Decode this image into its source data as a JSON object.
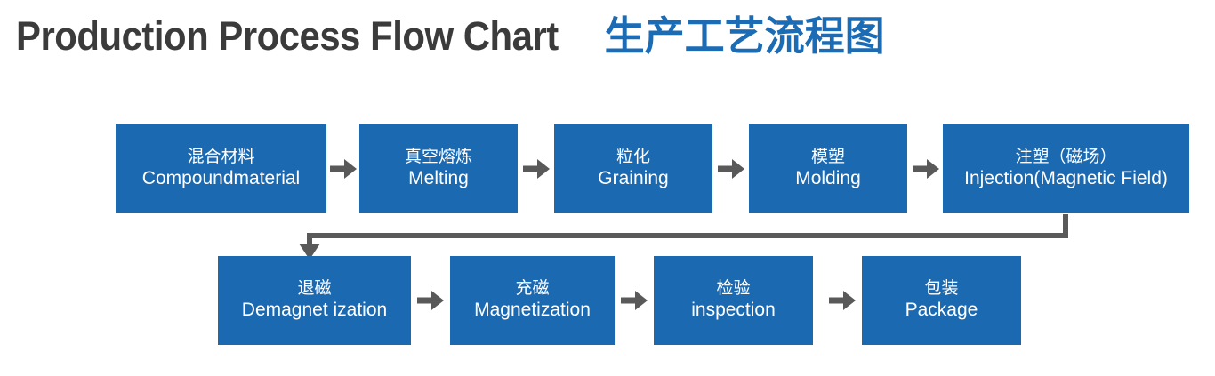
{
  "title": {
    "english": "Production Process Flow Chart",
    "chinese": "生产工艺流程图",
    "english_color": "#3b3b3b",
    "chinese_color": "#1b6cb5"
  },
  "theme": {
    "node_fill": "#1b69b0",
    "node_text": "#ffffff",
    "arrow_color": "#595959",
    "background": "#ffffff"
  },
  "flow": {
    "row1": [
      {
        "zh": "混合材料",
        "en": "Compoundmaterial"
      },
      {
        "zh": "真空熔炼",
        "en": "Melting"
      },
      {
        "zh": "粒化",
        "en": "Graining"
      },
      {
        "zh": "模塑",
        "en": "Molding"
      },
      {
        "zh": "注塑（磁场）",
        "en": "Injection(Magnetic Field)"
      }
    ],
    "row2": [
      {
        "zh": "退磁",
        "en": "Demagnet ization"
      },
      {
        "zh": "充磁",
        "en": "Magnetization"
      },
      {
        "zh": "检验",
        "en": "inspection"
      },
      {
        "zh": "包装",
        "en": "Package"
      }
    ]
  }
}
